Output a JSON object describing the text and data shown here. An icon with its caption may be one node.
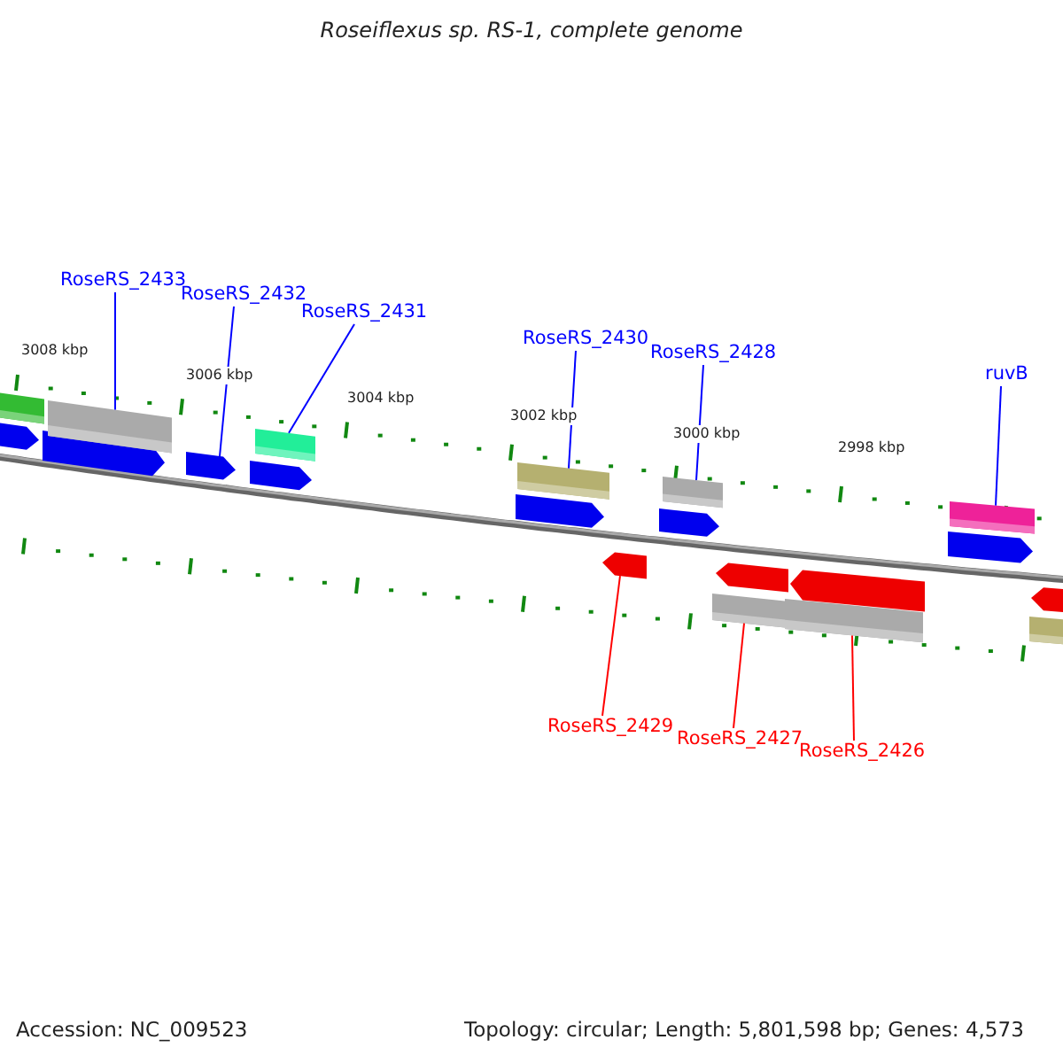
{
  "diagram": {
    "title": "Roseiflexus sp. RS-1, complete genome",
    "nodes": [
      {
        "text": [
          "RoseRS_2433"
        ]
      },
      {
        "text": [
          "RoseRS_2432"
        ]
      },
      {
        "text": [
          "RoseRS_2431"
        ]
      },
      {
        "text": [
          "RoseRS_2430"
        ]
      },
      {
        "text": [
          "RoseRS_2428"
        ]
      },
      {
        "text": [
          "ruvB"
        ]
      },
      {
        "text": [
          "RoseRS_2429"
        ]
      },
      {
        "text": [
          "RoseRS_2427"
        ]
      },
      {
        "text": [
          "RoseRS_2426"
        ]
      },
      {
        "text": [],
        "shape": "box"
      },
      {
        "text": [],
        "shape": "pentagon"
      },
      {
        "text": [],
        "shape": "pentagon"
      },
      {
        "text": [],
        "shape": "box"
      },
      {
        "text": [],
        "shape": "pentagon"
      },
      {
        "text": [],
        "shape": "pentagon"
      },
      {
        "text": [],
        "shape": "box"
      },
      {
        "text": [],
        "shape": "pentagon"
      },
      {
        "text": [],
        "shape": "box"
      },
      {
        "text": [],
        "shape": "pentagon"
      },
      {
        "text": [],
        "shape": "pentagon"
      },
      {
        "text": [],
        "shape": "box"
      },
      {
        "text": [],
        "shape": "box"
      },
      {
        "text": [],
        "shape": "pentagon"
      },
      {
        "text": [],
        "shape": "box"
      },
      {
        "text": [],
        "shape": "pentagon"
      },
      {
        "text": [],
        "shape": "pentagon"
      },
      {
        "text": [],
        "shape": "box"
      },
      {
        "text": [],
        "shape": "box"
      },
      {
        "text": [],
        "shape": "pentagon"
      }
    ],
    "edges": [
      {
        "from": 0,
        "to": 12,
        "arrow": "none"
      },
      {
        "from": 1,
        "to": 13,
        "arrow": "none"
      },
      {
        "from": 2,
        "to": 15,
        "arrow": "none"
      },
      {
        "from": 3,
        "to": 17,
        "arrow": "none"
      },
      {
        "from": 4,
        "to": 20,
        "arrow": "none"
      },
      {
        "from": 5,
        "to": 26,
        "arrow": "none"
      },
      {
        "from": 6,
        "to": 18,
        "arrow": "none",
        "color": "#ff0000"
      },
      {
        "from": 7,
        "to": 21,
        "arrow": "none",
        "color": "#ff0000"
      },
      {
        "from": 8,
        "to": 23,
        "arrow": "none",
        "color": "#ff0000"
      }
    ],
    "labels": [
      "3008 kbp",
      "3006 kbp",
      "3004 kbp",
      "3002 kbp",
      "3000 kbp",
      "2998 kbp",
      "Accession: NC_009523",
      "Topology: circular; Length: 5,801,598 bp; Genes: 4,573"
    ]
  }
}
